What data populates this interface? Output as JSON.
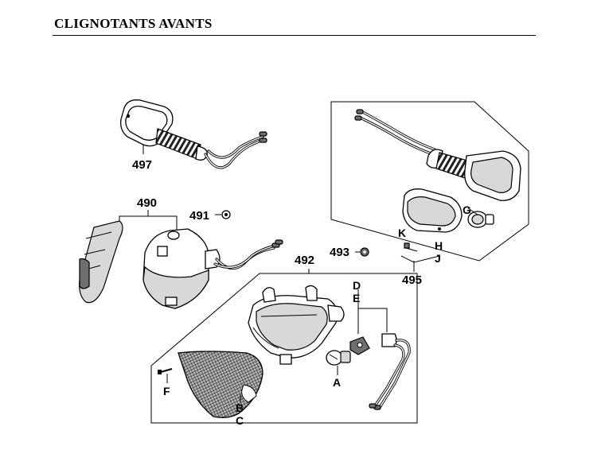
{
  "header": {
    "title": "CLIGNOTANTS AVANTS"
  },
  "labels": {
    "p497": "497",
    "p490": "490",
    "p491": "491",
    "p492": "492",
    "p493": "493",
    "p495": "495",
    "A": "A",
    "B": "B",
    "C": "C",
    "D": "D",
    "E": "E",
    "F": "F",
    "G": "G",
    "H": "H",
    "J": "J",
    "K": "K"
  }
}
